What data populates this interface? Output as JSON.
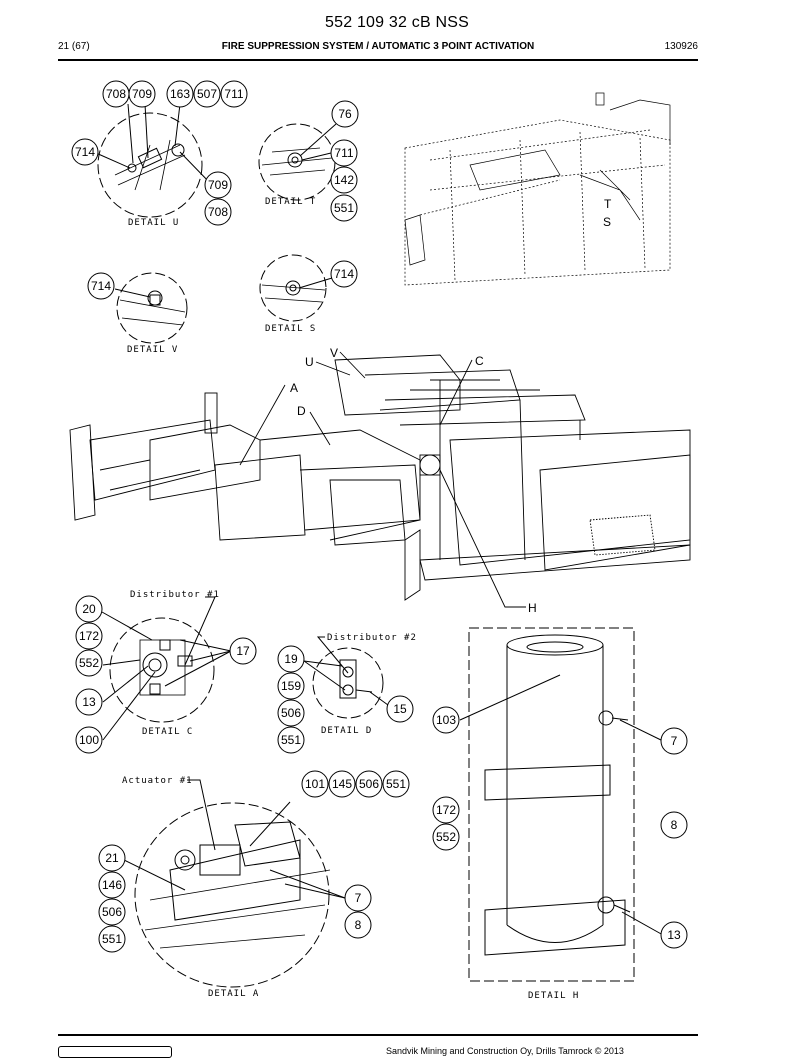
{
  "header": {
    "doc_title": "552 109 32 cB NSS",
    "page": "21 (67)",
    "section_title": "FIRE SUPPRESSION SYSTEM / AUTOMATIC 3 POINT ACTIVATION",
    "doc_code": "130926"
  },
  "details": {
    "u": "DETAIL U",
    "t": "DETAIL T",
    "v": "DETAIL V",
    "s": "DETAIL S",
    "c": "DETAIL C",
    "d": "DETAIL D",
    "a": "DETAIL A",
    "h": "DETAIL H"
  },
  "view_letters": {
    "a": "A",
    "c": "C",
    "d": "D",
    "h": "H",
    "u": "U",
    "v": "V",
    "t": "T",
    "s": "S"
  },
  "notes": {
    "distributor1": "Distributor #1",
    "distributor2": "Distributor #2",
    "actuator1": "Actuator #1"
  },
  "callouts": {
    "u_708": "708",
    "u_709": "709",
    "u_163": "163",
    "u_507": "507",
    "u_711": "711",
    "u_714": "714",
    "u_709b": "709",
    "u_708b": "708",
    "t_76": "76",
    "t_711": "711",
    "t_142": "142",
    "t_551": "551",
    "v_714": "714",
    "s_714": "714",
    "c_20": "20",
    "c_172": "172",
    "c_552": "552",
    "c_13": "13",
    "c_100": "100",
    "c_17": "17",
    "d_19": "19",
    "d_159": "159",
    "d_506": "506",
    "d_551": "551",
    "d_15": "15",
    "h_103": "103",
    "h_7": "7",
    "h_172": "172",
    "h_552": "552",
    "h_8": "8",
    "h_13": "13",
    "a_101": "101",
    "a_145": "145",
    "a_506": "506",
    "a_551": "551",
    "a_21": "21",
    "a_146": "146",
    "a_506b": "506",
    "a_551b": "551",
    "a_7": "7",
    "a_8": "8"
  },
  "footer": {
    "copyright": "Sandvik Mining and Construction Oy, Drills Tamrock © 2013"
  }
}
